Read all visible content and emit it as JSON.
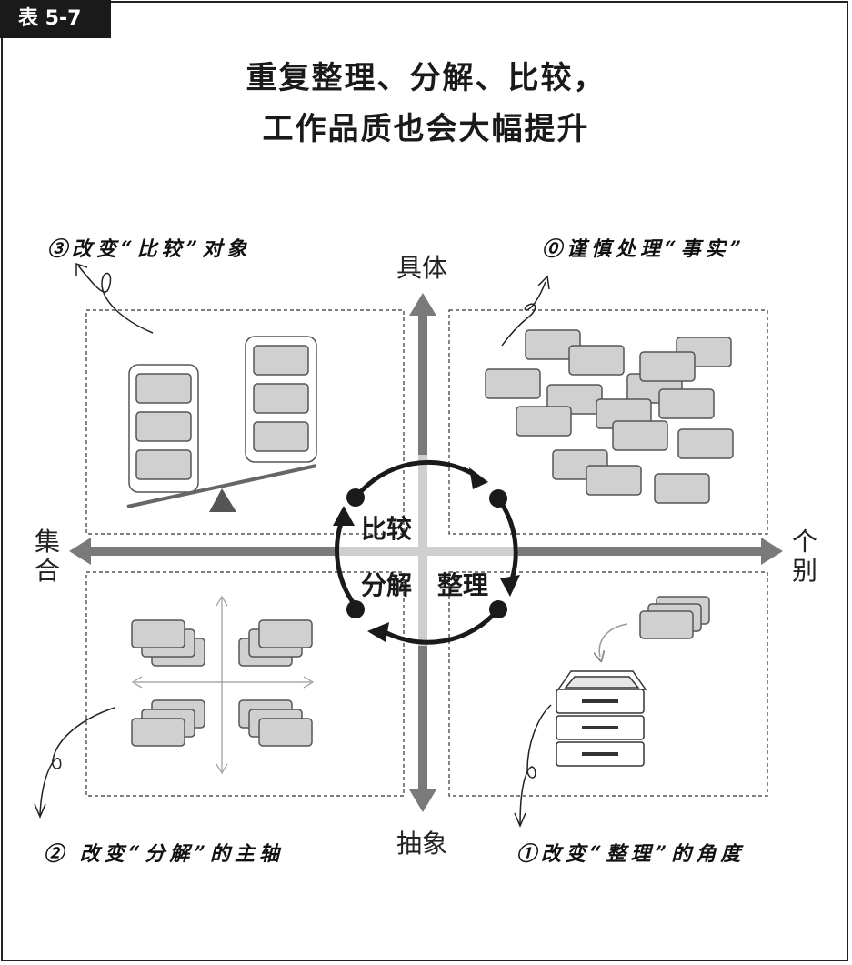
{
  "tag": "表 5-7",
  "title": {
    "line1": "重复整理、分解、比较，",
    "line2": "工作品质也会大幅提升"
  },
  "axes": {
    "top": "具体",
    "bottom": "抽象",
    "left": "集合",
    "right": "个别"
  },
  "cycle": {
    "compare": "比较",
    "decompose": "分解",
    "organize": "整理"
  },
  "notes": {
    "step0": "⓪谨慎处理“事实”",
    "step1": "①改变“整理”的角度",
    "step2": "② 改变“分解”的主轴",
    "step3": "③改变“比较”对象"
  },
  "colors": {
    "axis": "#7a7a7a",
    "axis_light": "#cfcfcf",
    "card_fill": "#d0d0d0",
    "card_stroke": "#555555",
    "cycle": "#1a1a1a"
  }
}
